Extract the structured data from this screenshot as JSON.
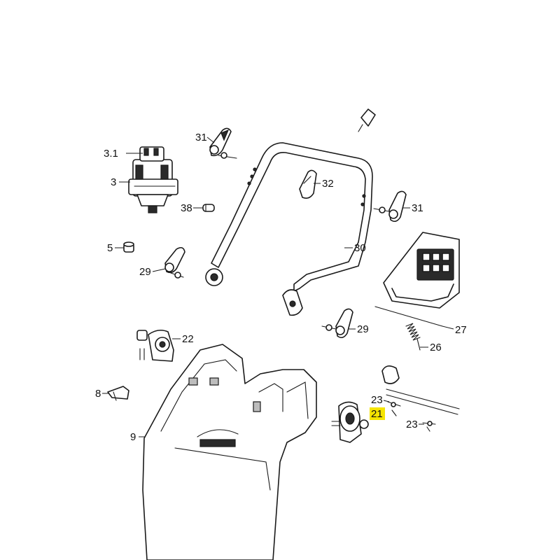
{
  "callouts": {
    "c3_1": "3.1",
    "c3": "3",
    "c31a": "31",
    "c31b": "31",
    "c32": "32",
    "c38": "38",
    "c5": "5",
    "c29a": "29",
    "c29b": "29",
    "c30": "30",
    "c22": "22",
    "c27": "27",
    "c26": "26",
    "c8": "8",
    "c9": "9",
    "c23a": "23",
    "c23b": "23",
    "c21": "21"
  },
  "colors": {
    "highlight": "#f5e400",
    "line": "#1a1a1a",
    "background": "#ffffff"
  }
}
